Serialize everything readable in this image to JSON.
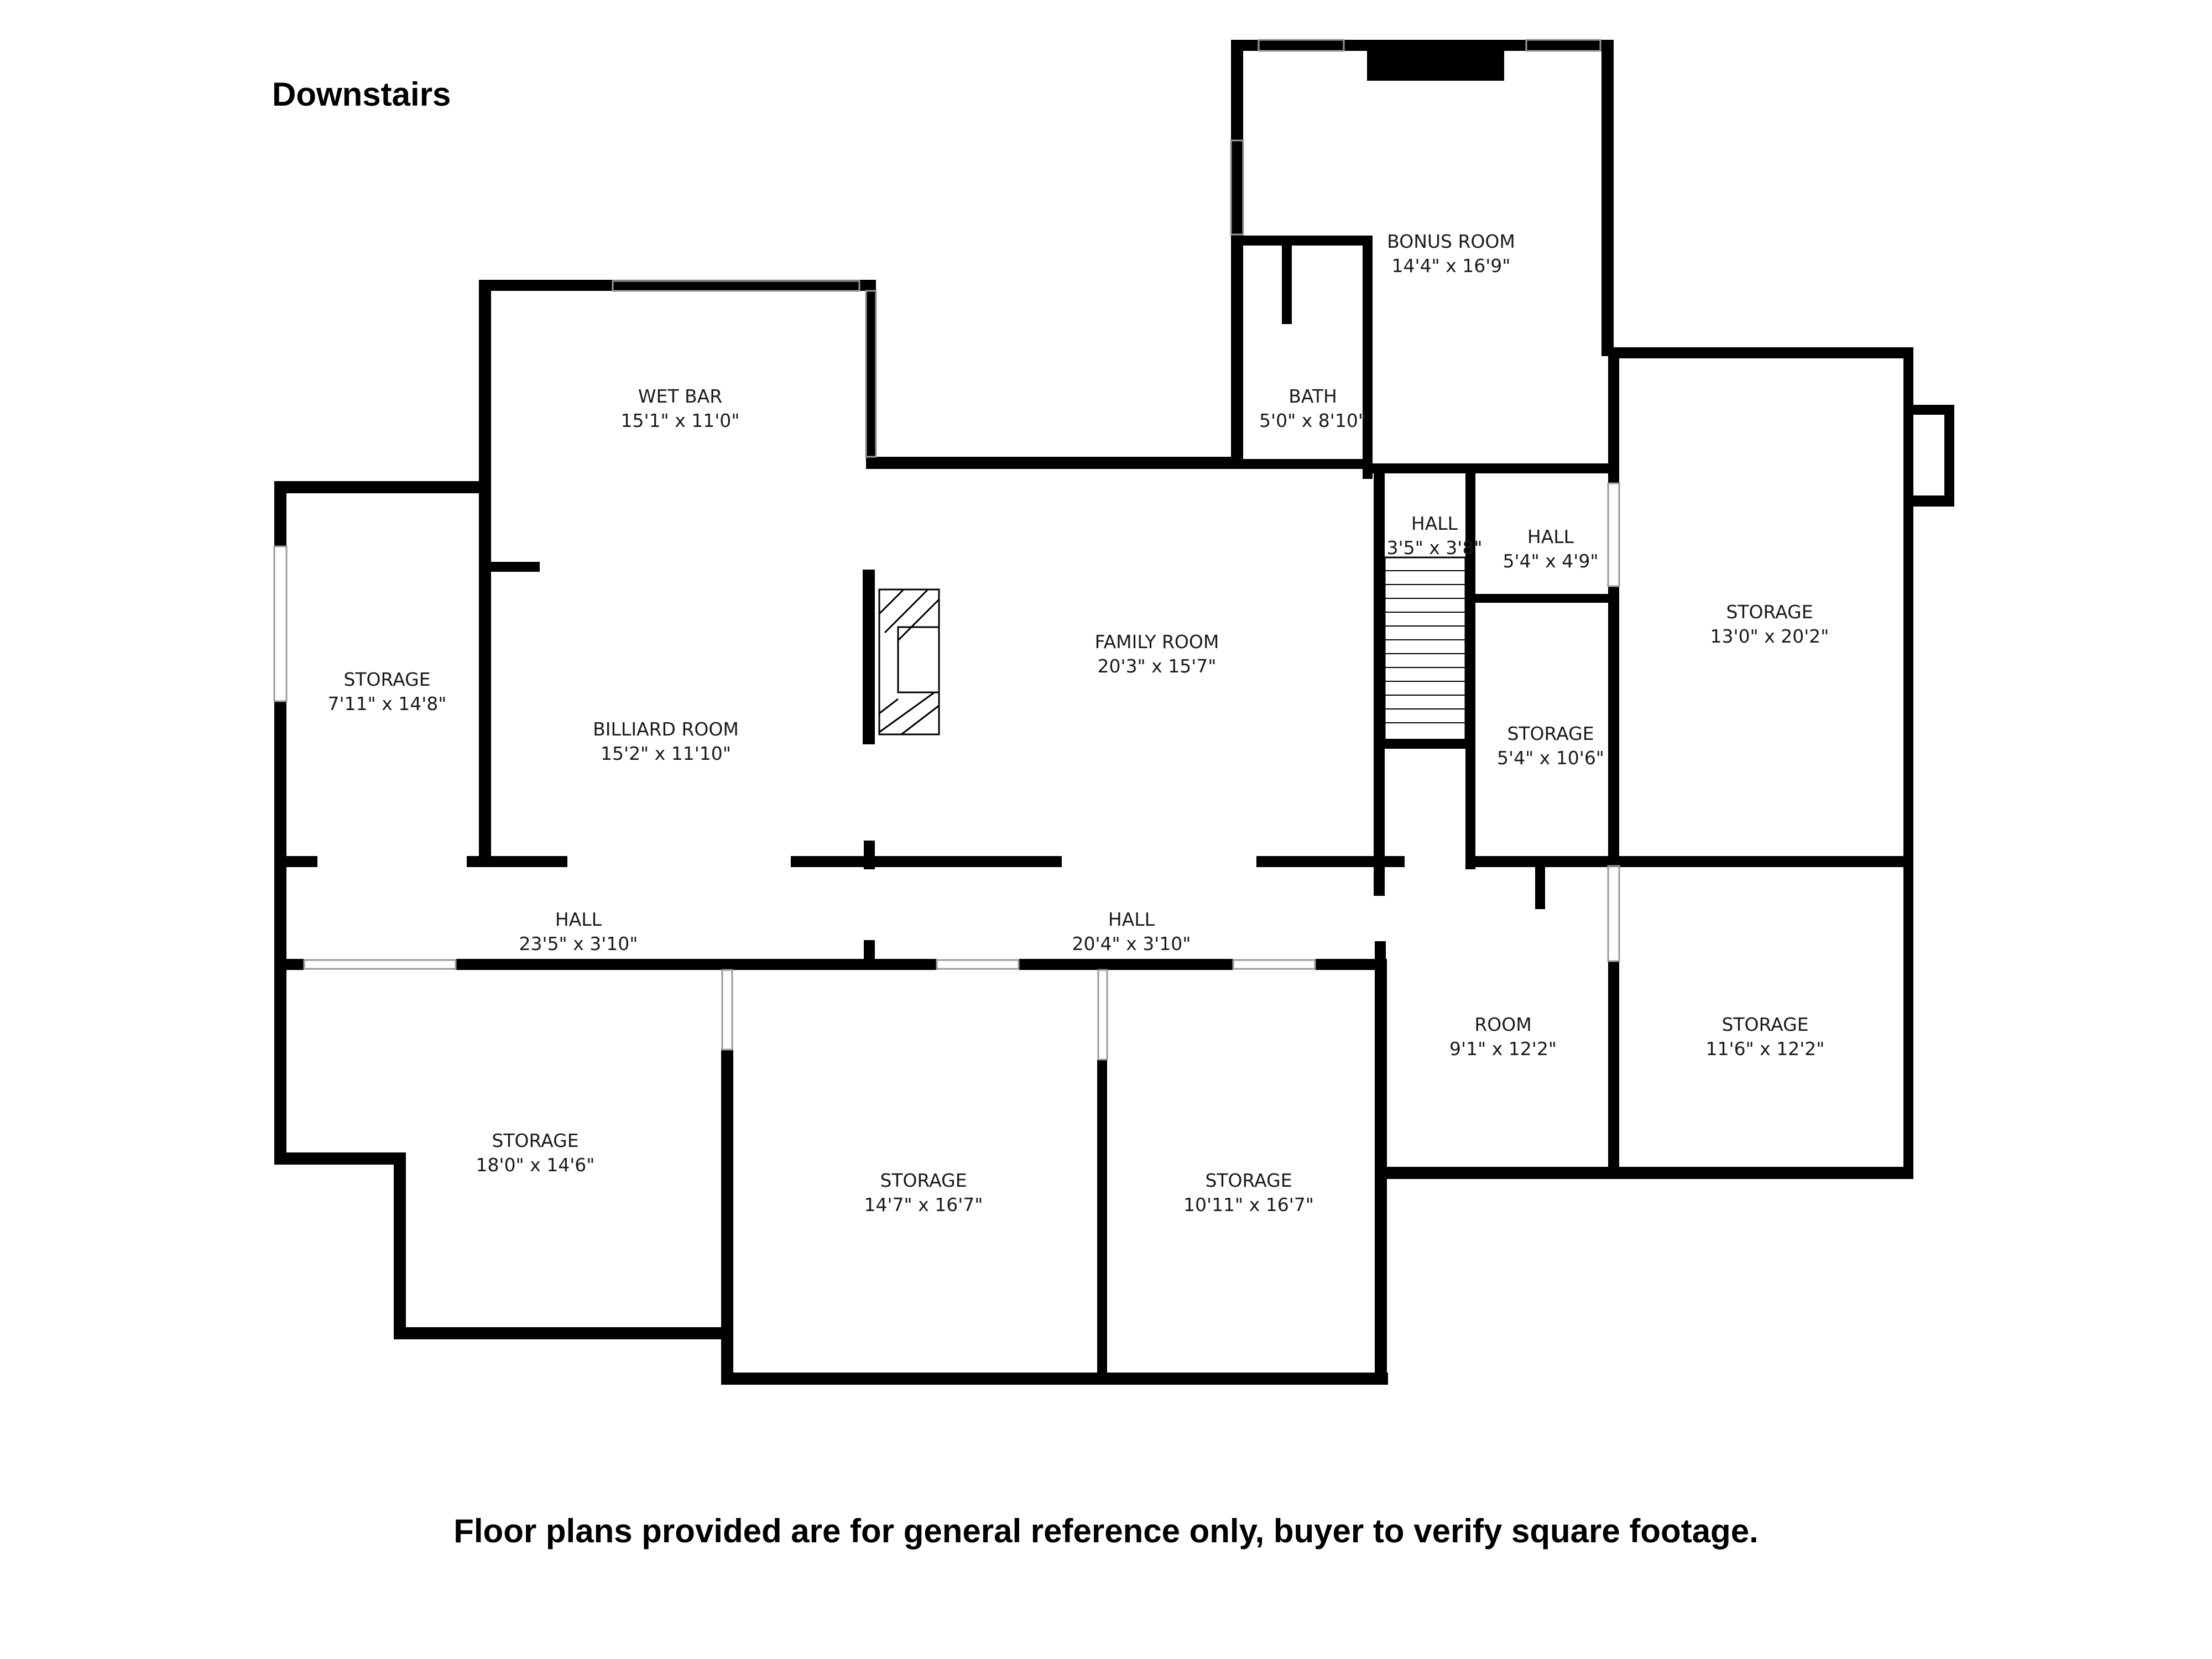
{
  "heading": "Downstairs",
  "disclaimer": "Floor plans provided are for general reference only, buyer to verify square footage.",
  "rooms": [
    {
      "key": "bonus-room",
      "name": "BONUS ROOM",
      "dims": "14'4\" x 16'9\""
    },
    {
      "key": "bath",
      "name": "BATH",
      "dims": "5'0\" x 8'10\""
    },
    {
      "key": "wet-bar",
      "name": "WET BAR",
      "dims": "15'1\" x 11'0\""
    },
    {
      "key": "billiard-room",
      "name": "BILLIARD ROOM",
      "dims": "15'2\" x 11'10\""
    },
    {
      "key": "storage-west",
      "name": "STORAGE",
      "dims": "7'11\" x 14'8\""
    },
    {
      "key": "family-room",
      "name": "FAMILY ROOM",
      "dims": "20'3\" x 15'7\""
    },
    {
      "key": "hall-stair",
      "name": "HALL",
      "dims": "3'5\" x 3'8\""
    },
    {
      "key": "hall-small",
      "name": "HALL",
      "dims": "5'4\" x 4'9\""
    },
    {
      "key": "storage-small",
      "name": "STORAGE",
      "dims": "5'4\" x 10'6\""
    },
    {
      "key": "storage-east",
      "name": "STORAGE",
      "dims": "13'0\" x 20'2\""
    },
    {
      "key": "hall-west",
      "name": "HALL",
      "dims": "23'5\" x 3'10\""
    },
    {
      "key": "hall-center",
      "name": "HALL",
      "dims": "20'4\" x 3'10\""
    },
    {
      "key": "room",
      "name": "ROOM",
      "dims": "9'1\" x 12'2\""
    },
    {
      "key": "storage-southeast",
      "name": "STORAGE",
      "dims": "11'6\" x 12'2\""
    },
    {
      "key": "storage-southwest",
      "name": "STORAGE",
      "dims": "18'0\" x 14'6\""
    },
    {
      "key": "storage-south-center",
      "name": "STORAGE",
      "dims": "14'7\" x 16'7\""
    },
    {
      "key": "storage-south-east",
      "name": "STORAGE",
      "dims": "10'11\" x 16'7\""
    }
  ],
  "colors": {
    "wall": "#000000",
    "background": "#ffffff",
    "text": "#1a1a1a",
    "window": "#9a9a9a"
  }
}
